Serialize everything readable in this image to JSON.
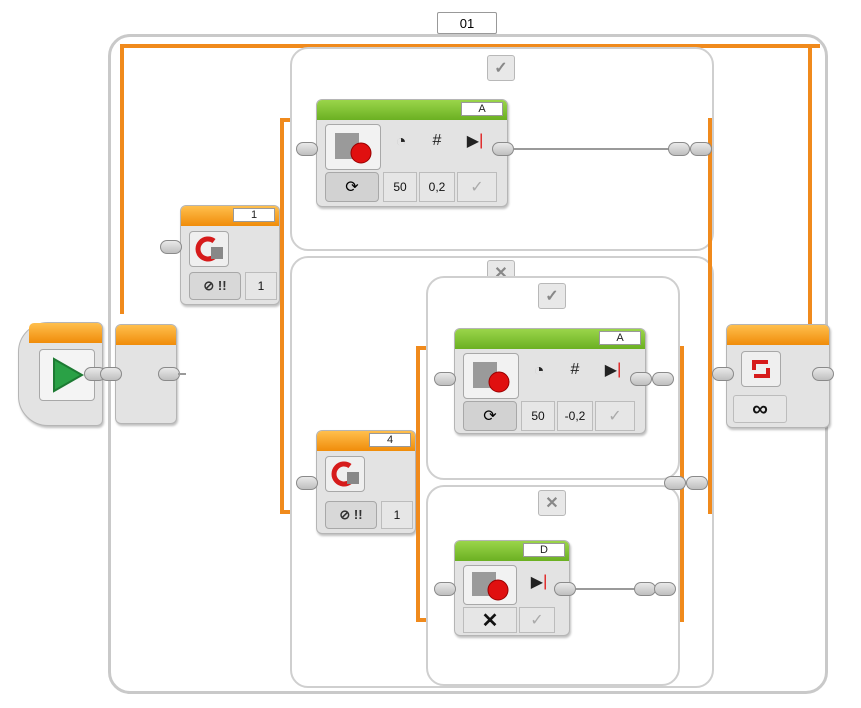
{
  "loop": {
    "name": "01",
    "mode_icon": "infinity-icon",
    "mode_symbol": "∞"
  },
  "start_block": {
    "icon": "play-triangle-icon"
  },
  "switch_outer": {
    "port": "1",
    "threshold": "1",
    "case_true_symbol": "✓",
    "case_false_symbol": "✕"
  },
  "motor_a_top": {
    "port": "A",
    "power": "50",
    "rotations": "0,2",
    "brake_symbol": "✓"
  },
  "switch_inner": {
    "port": "4",
    "threshold": "1",
    "case_true_symbol": "✓",
    "case_false_symbol": "✕"
  },
  "motor_a_inner": {
    "port": "A",
    "power": "50",
    "rotations": "-0,2",
    "brake_symbol": "✓"
  },
  "motor_d": {
    "port": "D",
    "mode_symbol": "✕",
    "brake_symbol": "✓"
  },
  "colors": {
    "orange": "#f08a1c",
    "green": "#7cc02e",
    "red": "#e01010",
    "frame": "#c9c9c9"
  }
}
